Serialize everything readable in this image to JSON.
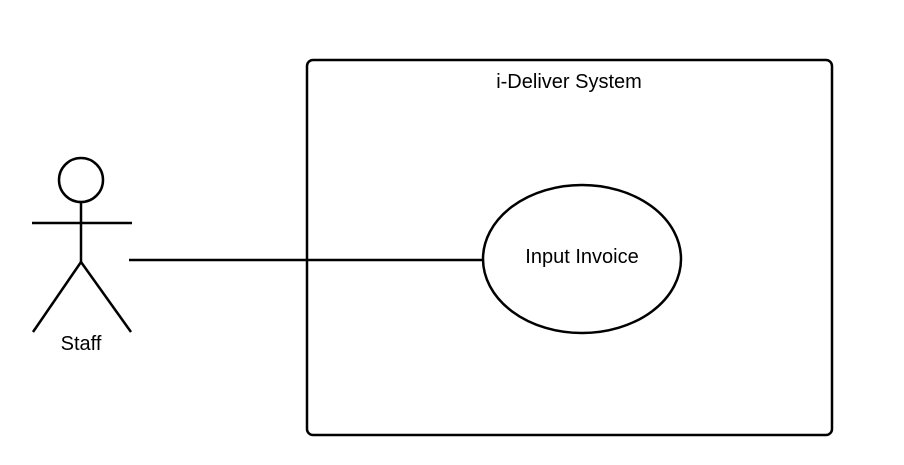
{
  "diagram": {
    "system": {
      "title": "i-Deliver System"
    },
    "actor": {
      "label": "Staff"
    },
    "use_case": {
      "label": "Input Invoice"
    },
    "colors": {
      "stroke": "#000000",
      "background": "#ffffff"
    }
  }
}
